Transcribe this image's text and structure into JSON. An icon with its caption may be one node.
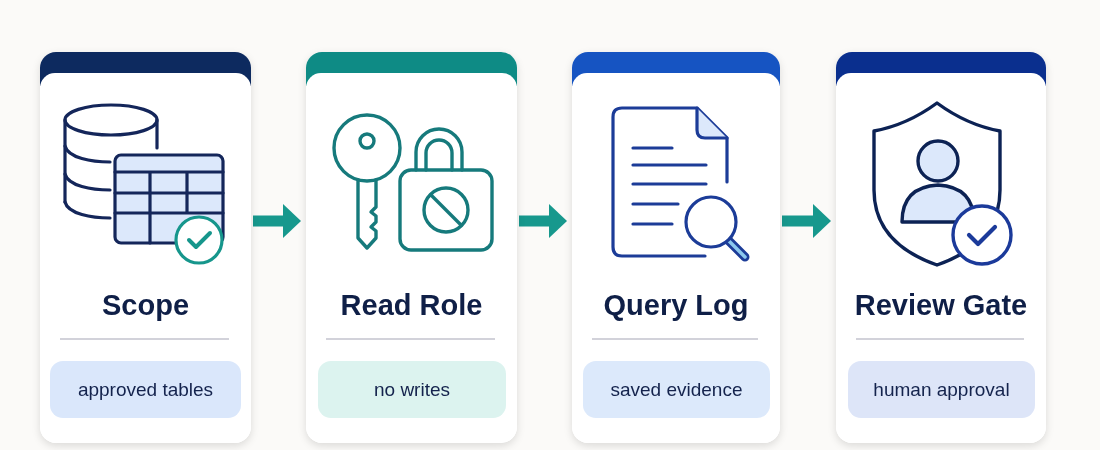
{
  "diagram": {
    "nodes": [
      {
        "text": [
          "Scope"
        ]
      },
      {
        "text": [
          "approved tables"
        ],
        "in": 0
      },
      {
        "text": [
          "Read Role"
        ]
      },
      {
        "text": [
          "no writes"
        ],
        "in": 2
      },
      {
        "text": [
          "Query Log"
        ]
      },
      {
        "text": [
          "saved evidence"
        ],
        "in": 4
      },
      {
        "text": [
          "Review Gate"
        ]
      },
      {
        "text": [
          "human approval"
        ],
        "in": 6
      }
    ],
    "edges": [
      {
        "from": 0,
        "to": 2,
        "arrow": "to"
      },
      {
        "from": 2,
        "to": 4,
        "arrow": "to"
      },
      {
        "from": 4,
        "to": 6,
        "arrow": "to"
      }
    ]
  }
}
